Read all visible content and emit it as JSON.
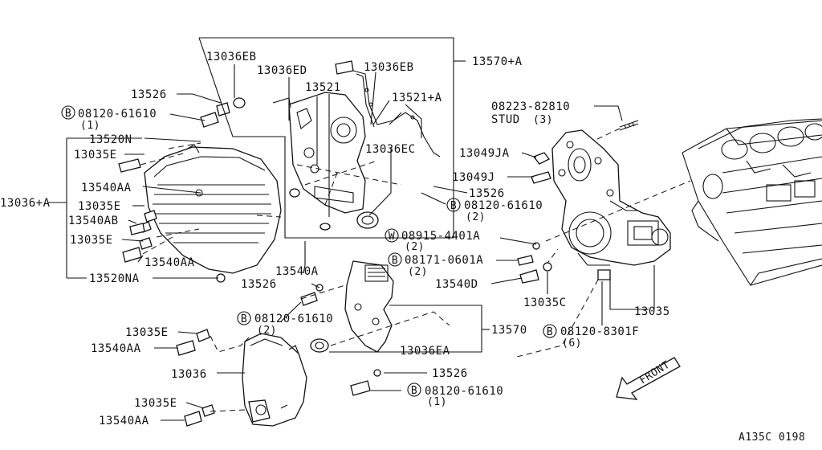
{
  "diagram_code": "A135C 0198",
  "front_label": "FRONT",
  "labels": {
    "p13570a": "13570+A",
    "p13036eb_a": "13036EB",
    "p13036ed": "13036ED",
    "p13036eb_b": "13036EB",
    "p13521": "13521",
    "p13521a": "13521+A",
    "p13526_a": "13526",
    "b08120_a": "08120-61610",
    "b08120_a_q": "(1)",
    "p13520n": "13520N",
    "p13035e_a": "13035E",
    "p13036ec": "13036EC",
    "p13036a": "13036+A",
    "p13540aa_a": "13540AA",
    "p13035e_b": "13035E",
    "p13540ab": "13540AB",
    "p13035e_c": "13035E",
    "p13540aa_b": "13540AA",
    "p13520na": "13520NA",
    "stud_pn": "08223-82810",
    "stud_name": "STUD",
    "stud_q": "(3)",
    "p13049ja": "13049JA",
    "p13049j": "13049J",
    "p13526_b": "13526",
    "b08120_b": "08120-61610",
    "b08120_b_q": "(2)",
    "w08915": "08915-4401A",
    "w08915_q": "(2)",
    "b08171": "08171-0601A",
    "b08171_q": "(2)",
    "p13540a": "13540A",
    "p13526_c": "13526",
    "p13540d": "13540D",
    "p13035c": "13035C",
    "b08120_c": "08120-61610",
    "b08120_c_q": "(2)",
    "p13035": "13035",
    "p13570": "13570",
    "b08120_d": "08120-8301F",
    "b08120_d_q": "(6)",
    "p13035e_d": "13035E",
    "p13540aa_c": "13540AA",
    "p13036ea": "13036EA",
    "p13036": "13036",
    "p13526_d": "13526",
    "b08120_e": "08120-61610",
    "b08120_e_q": "(1)",
    "p13035e_e": "13035E",
    "p13540aa_d": "13540AA"
  },
  "symbols": {
    "bolt": "B",
    "washer": "W"
  }
}
